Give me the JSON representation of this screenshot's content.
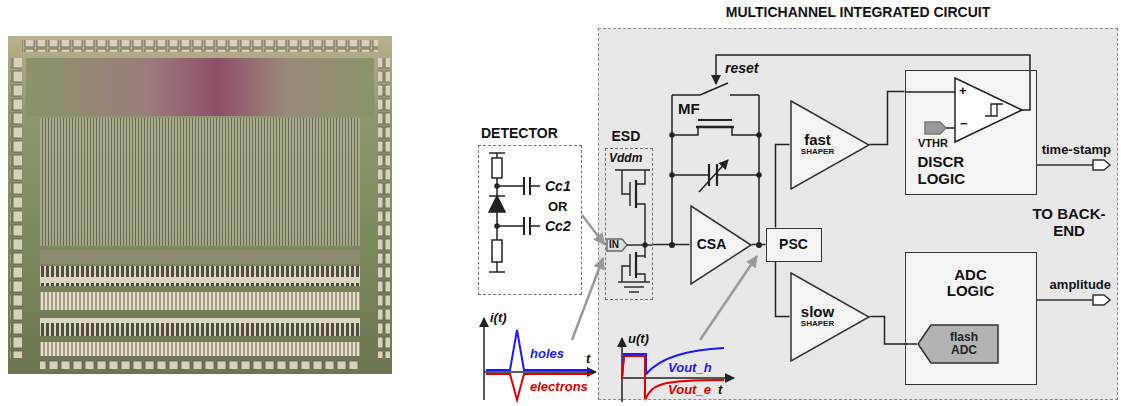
{
  "diagram": {
    "nodes": [
      {
        "text": [
          "MULTICHANNEL INTEGRATED CIRCUIT"
        ]
      },
      {
        "text": [
          "DETECTOR"
        ]
      },
      {
        "text": [
          "ESD"
        ],
        "in": 0
      },
      {
        "text": [
          "CSA"
        ],
        "in": 0
      },
      {
        "text": [
          "PSC"
        ],
        "in": 0
      },
      {
        "text": [
          "fast",
          "SHAPER"
        ],
        "in": 0
      },
      {
        "text": [
          "slow",
          "SHAPER"
        ],
        "in": 0
      },
      {
        "text": [
          "DISCR LOGIC"
        ],
        "in": 0
      },
      {
        "text": [
          "ADC LOGIC"
        ],
        "in": 0
      },
      {
        "text": [
          "flash ADC"
        ],
        "in": 8
      }
    ],
    "edges": [
      {
        "from": 1,
        "to": 2,
        "arrow": "to"
      },
      {
        "from": 2,
        "to": 3,
        "arrow": "none"
      },
      {
        "from": 3,
        "to": 4,
        "arrow": "none"
      },
      {
        "from": 4,
        "to": 5,
        "arrow": "none"
      },
      {
        "from": 4,
        "to": 6,
        "arrow": "none"
      },
      {
        "from": 5,
        "to": 7,
        "arrow": "none"
      },
      {
        "from": 6,
        "to": 9,
        "arrow": "none"
      }
    ],
    "labels": [
      "reset",
      "MF",
      "Cc1",
      "OR",
      "Cc2",
      "Vddm",
      "IN",
      "+",
      "−",
      "VTHR",
      "time-stamp",
      "TO BACK-END",
      "amplitude",
      "i(t)",
      "holes",
      "t",
      "electrons",
      "u(t)",
      "Vout_h",
      "Vout_e",
      "t"
    ]
  }
}
